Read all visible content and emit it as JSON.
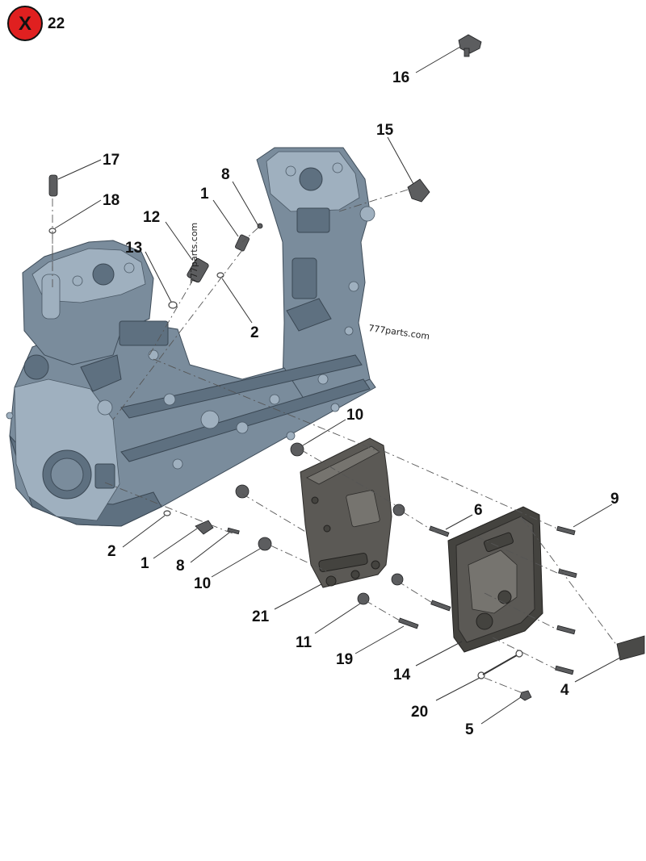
{
  "header": {
    "icon": "close-icon",
    "icon_glyph": "X",
    "icon_color": "#e02020",
    "reference": "22"
  },
  "watermarks": [
    "777parts.com",
    "777parts.com"
  ],
  "callouts": [
    "17",
    "18",
    "12",
    "13",
    "8",
    "1",
    "2",
    "16",
    "15",
    "10",
    "9",
    "6",
    "2",
    "1",
    "8",
    "10",
    "21",
    "11",
    "19",
    "14",
    "4",
    "20",
    "5"
  ]
}
